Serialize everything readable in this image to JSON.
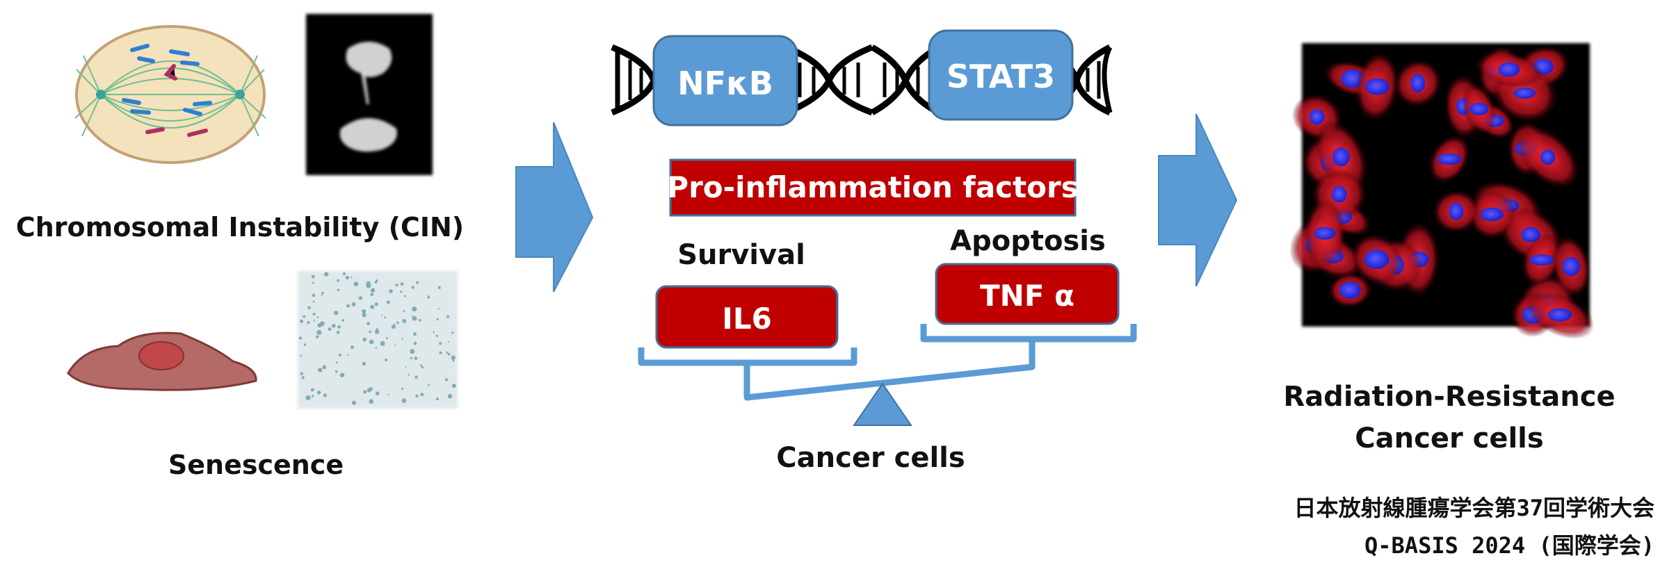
{
  "left": {
    "cin_label": "Chromosomal Instability (CIN)",
    "senescence_label": "Senescence"
  },
  "center": {
    "dna_factors": [
      "NFκB",
      "STAT3"
    ],
    "banner": "Pro-inflammation factors",
    "survival_label": "Survival",
    "apoptosis_label": "Apoptosis",
    "il6_label": "IL6",
    "tnf_label": "TNF α",
    "balance_label": "Cancer cells"
  },
  "right": {
    "result_line1": "Radiation-Resistance",
    "result_line2": "Cancer cells"
  },
  "footer": {
    "line1": "日本放射線腫瘍学会第37回学術大会",
    "line2": "Q-BASIS 2024 (国際学会)"
  },
  "colors": {
    "arrow_blue": "#5b9bd5",
    "box_red": "#c00000",
    "dna_black": "#000000"
  }
}
